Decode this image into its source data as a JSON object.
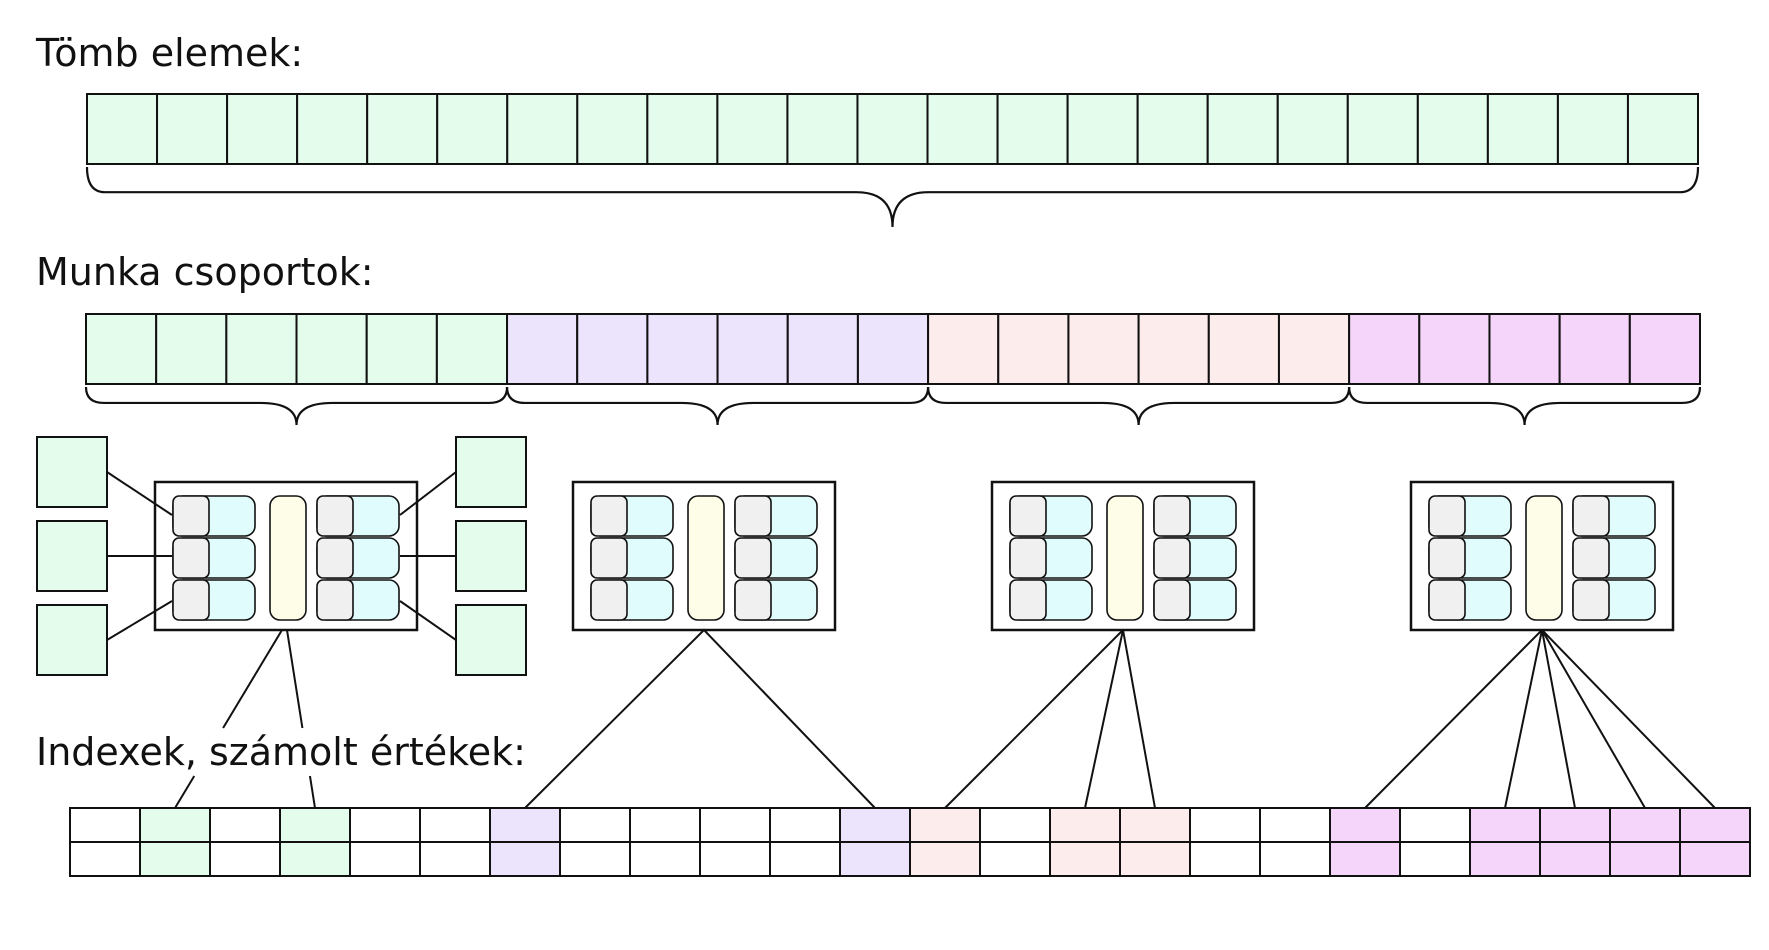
{
  "labels": {
    "array_elements": "Tömb elemek:",
    "work_groups": "Munka csoportok:",
    "indices_values": "Indexek, számolt értékek:"
  },
  "colors": {
    "stroke": "#111111",
    "array_cell": "#e3fcec",
    "group_colors": [
      "#e3fcec",
      "#ece3fd",
      "#fdecec",
      "#f6d5fb"
    ],
    "register_gray": "#f0f0f0",
    "register_cyan": "#e0fcfd",
    "local_memory": "#fdfde8",
    "empty_cell": "#ffffff"
  },
  "array": {
    "cell_count": 23
  },
  "work_groups": {
    "count": 4,
    "cells_per_group": [
      6,
      6,
      6,
      5
    ]
  },
  "output_table": {
    "columns": 24,
    "rows": 2,
    "cell_groups": [
      null,
      0,
      null,
      0,
      null,
      null,
      1,
      null,
      null,
      null,
      null,
      1,
      2,
      null,
      2,
      2,
      null,
      null,
      3,
      null,
      3,
      3,
      3,
      3
    ]
  }
}
